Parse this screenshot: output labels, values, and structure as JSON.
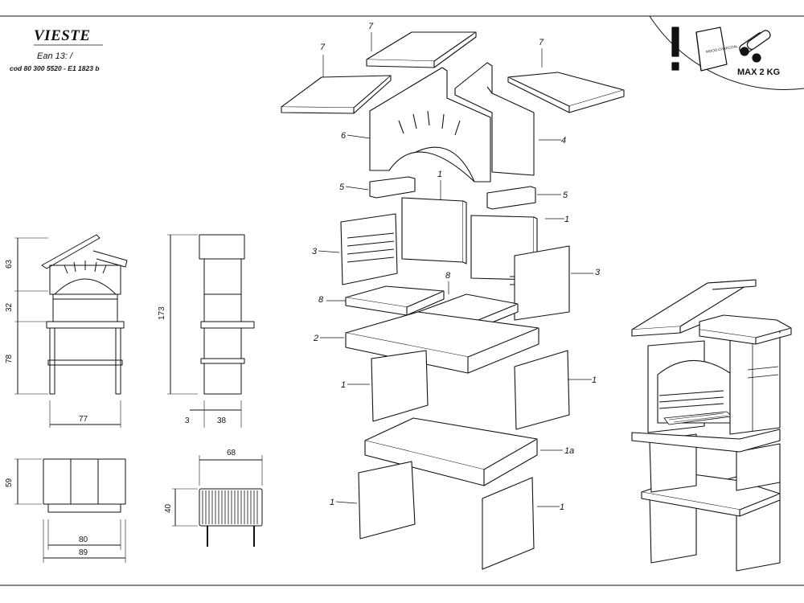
{
  "header": {
    "title": "VIESTE",
    "ean": "Ean 13:  /",
    "code": "cod  80  300 5520 - E1 1823 b"
  },
  "warning": {
    "bag_label": "WOOD CHARCOAL",
    "max_weight": "MAX 2 KG"
  },
  "dimensions": {
    "front_height_top": "63",
    "front_height_mid": "32",
    "front_height_bottom": "78",
    "front_width": "77",
    "side_total_height": "173",
    "side_shelf": "3",
    "side_depth": "38",
    "base_height": "59",
    "base_inner_width": "80",
    "base_outer_width": "89",
    "grill_width": "68",
    "grill_height": "40"
  },
  "part_numbers": {
    "roof_left": "7",
    "roof_top": "7",
    "roof_right": "7",
    "arch_front": "6",
    "arch_back": "4",
    "lintel_left": "5",
    "lintel_right": "5",
    "wall_back_left": "1",
    "wall_back_right": "1",
    "wall_side_left": "3",
    "wall_side_right": "3",
    "grill_left": "8",
    "grill_right": "8",
    "hearth": "2",
    "mid_leg_left": "1",
    "mid_leg_right": "1",
    "shelf": "1a",
    "low_leg_left": "1",
    "low_leg_right": "1"
  }
}
